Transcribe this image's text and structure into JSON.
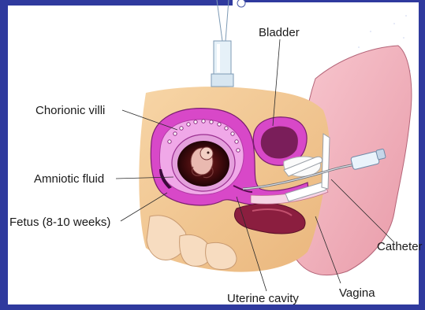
{
  "labels": {
    "bladder": "Bladder",
    "chorionic_villi": "Chorionic villi",
    "amniotic_fluid": "Amniotic fluid",
    "fetus": "Fetus (8-10 weeks)",
    "catheter": "Catheter",
    "uterine_cavity": "Uterine cavity",
    "vagina": "Vagina"
  },
  "colors": {
    "frame": "#2f3a9e",
    "skin": "#f2c890",
    "uterus": "#d848c8",
    "uterus_light": "#f0a8e8",
    "interior": "#4a0b0f",
    "tissue_pink": "#f3b4bf",
    "rectum": "#8b1e3f"
  }
}
